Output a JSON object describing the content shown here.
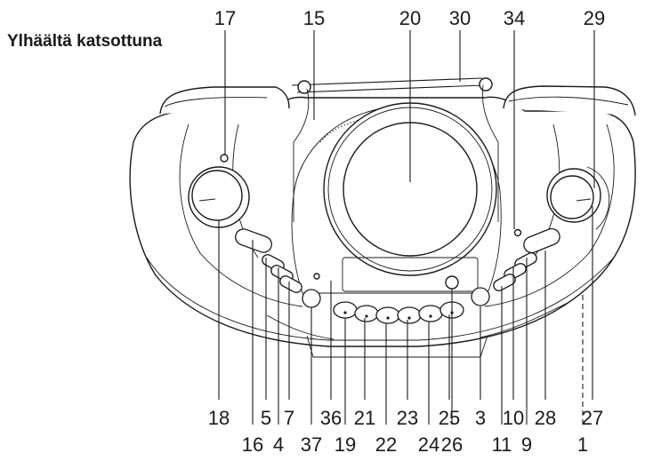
{
  "heading": "Ylhäältä katsottuna",
  "callouts_top": [
    "17",
    "15",
    "20",
    "30",
    "34",
    "29"
  ],
  "callouts_row1": [
    "18",
    "5",
    "7",
    "36",
    "21",
    "23",
    "25",
    "3",
    "10",
    "28",
    "27"
  ],
  "callouts_row2": [
    "16",
    "4",
    "37",
    "19",
    "22",
    "24",
    "26",
    "11",
    "9",
    "1"
  ],
  "colors": {
    "line": "#1a1a1a",
    "background": "#ffffff"
  }
}
